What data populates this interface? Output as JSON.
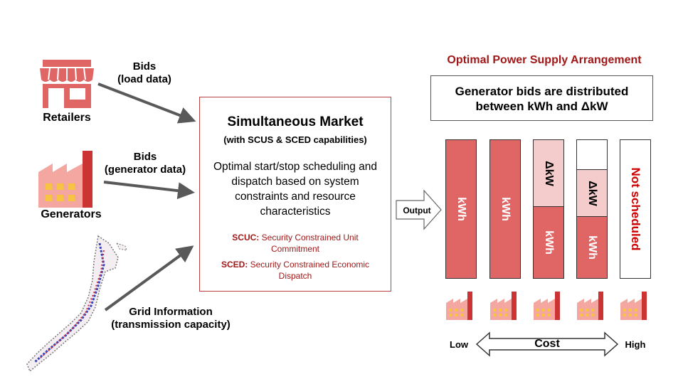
{
  "left": {
    "retailers_label": "Retailers",
    "generators_label": "Generators",
    "bids_load": {
      "line1": "Bids",
      "line2": "(load data)"
    },
    "bids_gen": {
      "line1": "Bids",
      "line2": "(generator data)"
    },
    "grid_info": {
      "line1": "Grid Information",
      "line2": "(transmission capacity)"
    }
  },
  "market": {
    "title": "Simultaneous Market",
    "subtitle": "(with SCUS & SCED capabilities)",
    "description": "Optimal start/stop scheduling and dispatch based on system constraints and resource characteristics",
    "scuc_abbr": "SCUC:",
    "scuc_text": "Security Constrained Unit Commitment",
    "sced_abbr": "SCED:",
    "sced_text": "Security Constrained Economic Dispatch"
  },
  "output_label": "Output",
  "right": {
    "title": "Optimal Power Supply Arrangement",
    "box_line1": "Generator bids are distributed",
    "box_line2": "between kWh and ΔkW",
    "bars": [
      {
        "top_label": "",
        "bottom_label": "kWh"
      },
      {
        "top_label": "",
        "bottom_label": "kWh"
      },
      {
        "top_label": "ΔkW",
        "bottom_label": "kWh"
      },
      {
        "top_label": "ΔkW",
        "bottom_label": "kWh"
      },
      {
        "top_label": "Not scheduled",
        "bottom_label": ""
      }
    ],
    "cost_low": "Low",
    "cost_label": "Cost",
    "cost_high": "High"
  },
  "colors": {
    "kwh": "#e06666",
    "dkw": "#f4cccc",
    "accent_red": "#a01818",
    "arrow_gray": "#595959"
  },
  "icons": [
    "store-icon",
    "factory-icon",
    "japan-map-icon"
  ]
}
